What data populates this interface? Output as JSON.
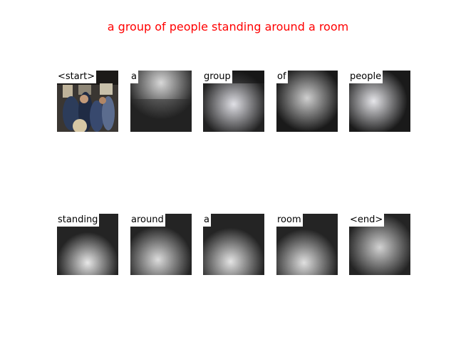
{
  "title": "a group of people standing around a room",
  "tokens": [
    "<start>",
    "a",
    "group",
    "of",
    "people",
    "standing",
    "around",
    "a",
    "room",
    "<end>"
  ],
  "attention_overlay": [
    {
      "hotspot": "none"
    },
    {
      "hotspot": "top-center"
    },
    {
      "hotspot": "middle"
    },
    {
      "hotspot": "middle"
    },
    {
      "hotspot": "middle-left"
    },
    {
      "hotspot": "bottom-center"
    },
    {
      "hotspot": "bottom-center"
    },
    {
      "hotspot": "bottom-center"
    },
    {
      "hotspot": "bottom-center"
    },
    {
      "hotspot": "middle"
    }
  ],
  "colors": {
    "title": "#ff0000",
    "label_bg": "#ffffff"
  }
}
